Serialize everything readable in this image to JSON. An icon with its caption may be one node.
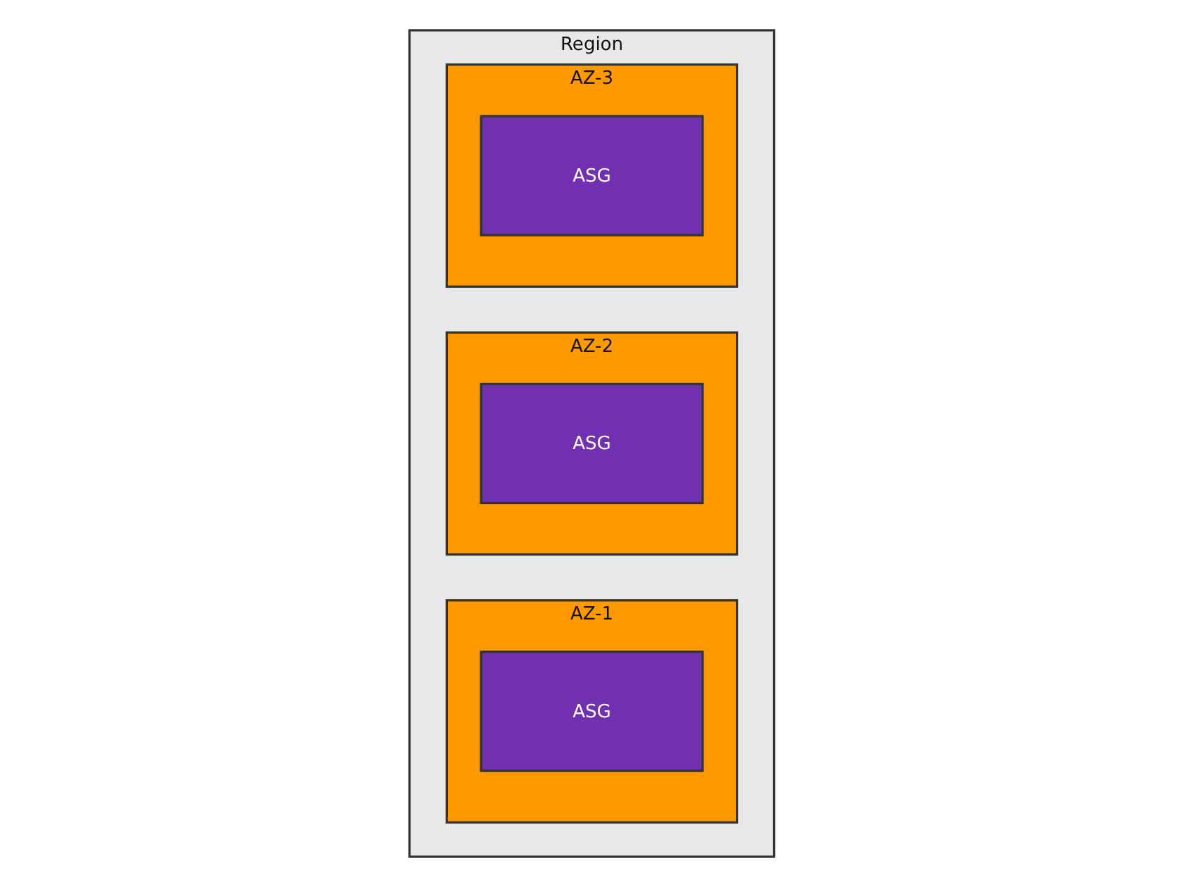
{
  "diagram": {
    "nodes": [
      {
        "text": [
          "Region"
        ]
      },
      {
        "text": [
          "AZ-1"
        ],
        "in": 0
      },
      {
        "text": [
          "ASG"
        ],
        "in": 1
      },
      {
        "text": [
          "AZ-2"
        ],
        "in": 0
      },
      {
        "text": [
          "ASG"
        ],
        "in": 3
      },
      {
        "text": [
          "AZ-3"
        ],
        "in": 0
      },
      {
        "text": [
          "ASG"
        ],
        "in": 5
      }
    ]
  }
}
